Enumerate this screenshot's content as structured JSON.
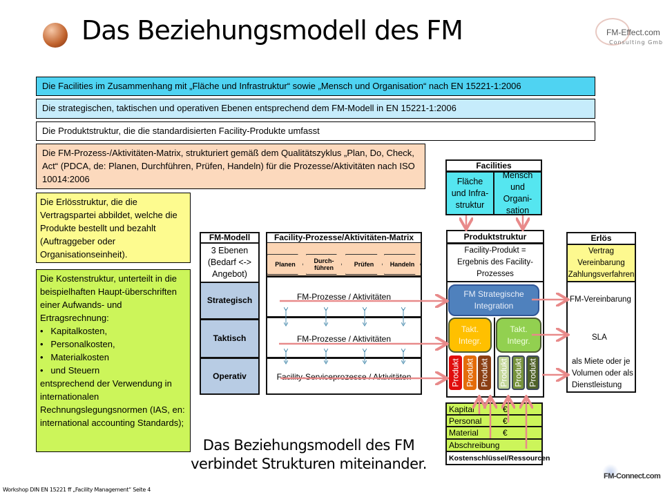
{
  "title": "Das Beziehungsmodell des FM",
  "logo_top": {
    "name": "FM-Effect.com",
    "sub": "Consulting GmbH"
  },
  "boxes": [
    "Die Facilities im Zusammenhang mit „Fläche und Infrastruktur“ sowie „Mensch und Organisation“ nach EN 15221-1:2006",
    "Die strategischen, taktischen und operativen Ebenen entsprechend dem FM-Modell in EN 15221-1:2006",
    "Die Produktstruktur, die die standardisierten Facility-Produkte umfasst",
    "Die FM-Prozess-/Aktivitäten-Matrix, strukturiert gemäß dem Qualitätszyklus „Plan, Do, Check, Act“ (PDCA, de: Planen, Durchführen, Prüfen, Handeln) für die Prozesse/Aktivitäten nach ISO 10014:2006",
    "Die Erlösstruktur, die die Vertragspartei abbildet, welche die Produkte bestellt und bezahlt (Auftraggeber oder Organisationseinheit)."
  ],
  "cost_box": {
    "intro": "Die Kostenstruktur, unterteilt in die beispielhaften Haupt-überschriften einer Aufwands- und Ertragsrechnung:",
    "bullets": [
      "Kapitalkosten,",
      "Personalkosten,",
      "Materialkosten",
      "und Steuern"
    ],
    "outro": "entsprechend der Verwendung in internationalen Rechnungslegungsnormen (IAS, en: international accounting Standards);"
  },
  "fm_model": {
    "header": "FM-Modell",
    "sub": "3 Ebenen (Bedarf <-> Angebot)",
    "levels": [
      "Strategisch",
      "Taktisch",
      "Operativ"
    ]
  },
  "matrix": {
    "header": "Facility-Prozesse/Aktivitäten-Matrix",
    "steps": [
      "Planen",
      "Durch-führen",
      "Prüfen",
      "Handeln"
    ],
    "rows": [
      "FM-Prozesse / Aktivitäten",
      "FM-Prozesse / Aktivitäten",
      "Facility-Serviceprozesse / Aktivitäten"
    ]
  },
  "facilities": {
    "header": "Facilities",
    "cells": [
      "Fläche und Infra-struktur",
      "Mensch und Organi-sation"
    ]
  },
  "produkt": {
    "header": "Produktstruktur",
    "def": "Facility-Produkt = Ergebnis des Facility-Prozesses",
    "strategic": "FM Strategische Integration",
    "takt": [
      "Takt. Integr.",
      "Takt. Integr."
    ],
    "product_label": "Produkt"
  },
  "kosten": {
    "rows": [
      {
        "label": "Kapital",
        "cur": "€"
      },
      {
        "label": "Personal",
        "cur": "€"
      },
      {
        "label": "Material",
        "cur": "€"
      },
      {
        "label": "Abschreibung",
        "cur": ""
      }
    ],
    "footer": "Kostenschlüssel/Ressourcen"
  },
  "erloes": {
    "header": "Erlös",
    "contract": "Vertrag Vereinbarung Zahlungsverfahren",
    "items": [
      "FM-Vereinbarung",
      "SLA",
      "als Miete oder je Volumen oder als Dienstleistung"
    ]
  },
  "caption": "Das Beziehungsmodell des FM verbindet Strukturen miteinander.",
  "footer": "Workshop DIN EN 15221 ff „Facility Management“ Seite 4",
  "logo_bottom": "FM-Connect.com",
  "colors": {
    "cyan": "#4fd3f2",
    "lightblue": "#c6ecfb",
    "peach": "#fcd9bd",
    "yellow": "#fdfb8f",
    "green": "#ccf55a",
    "arrow": "#e88a8a"
  }
}
